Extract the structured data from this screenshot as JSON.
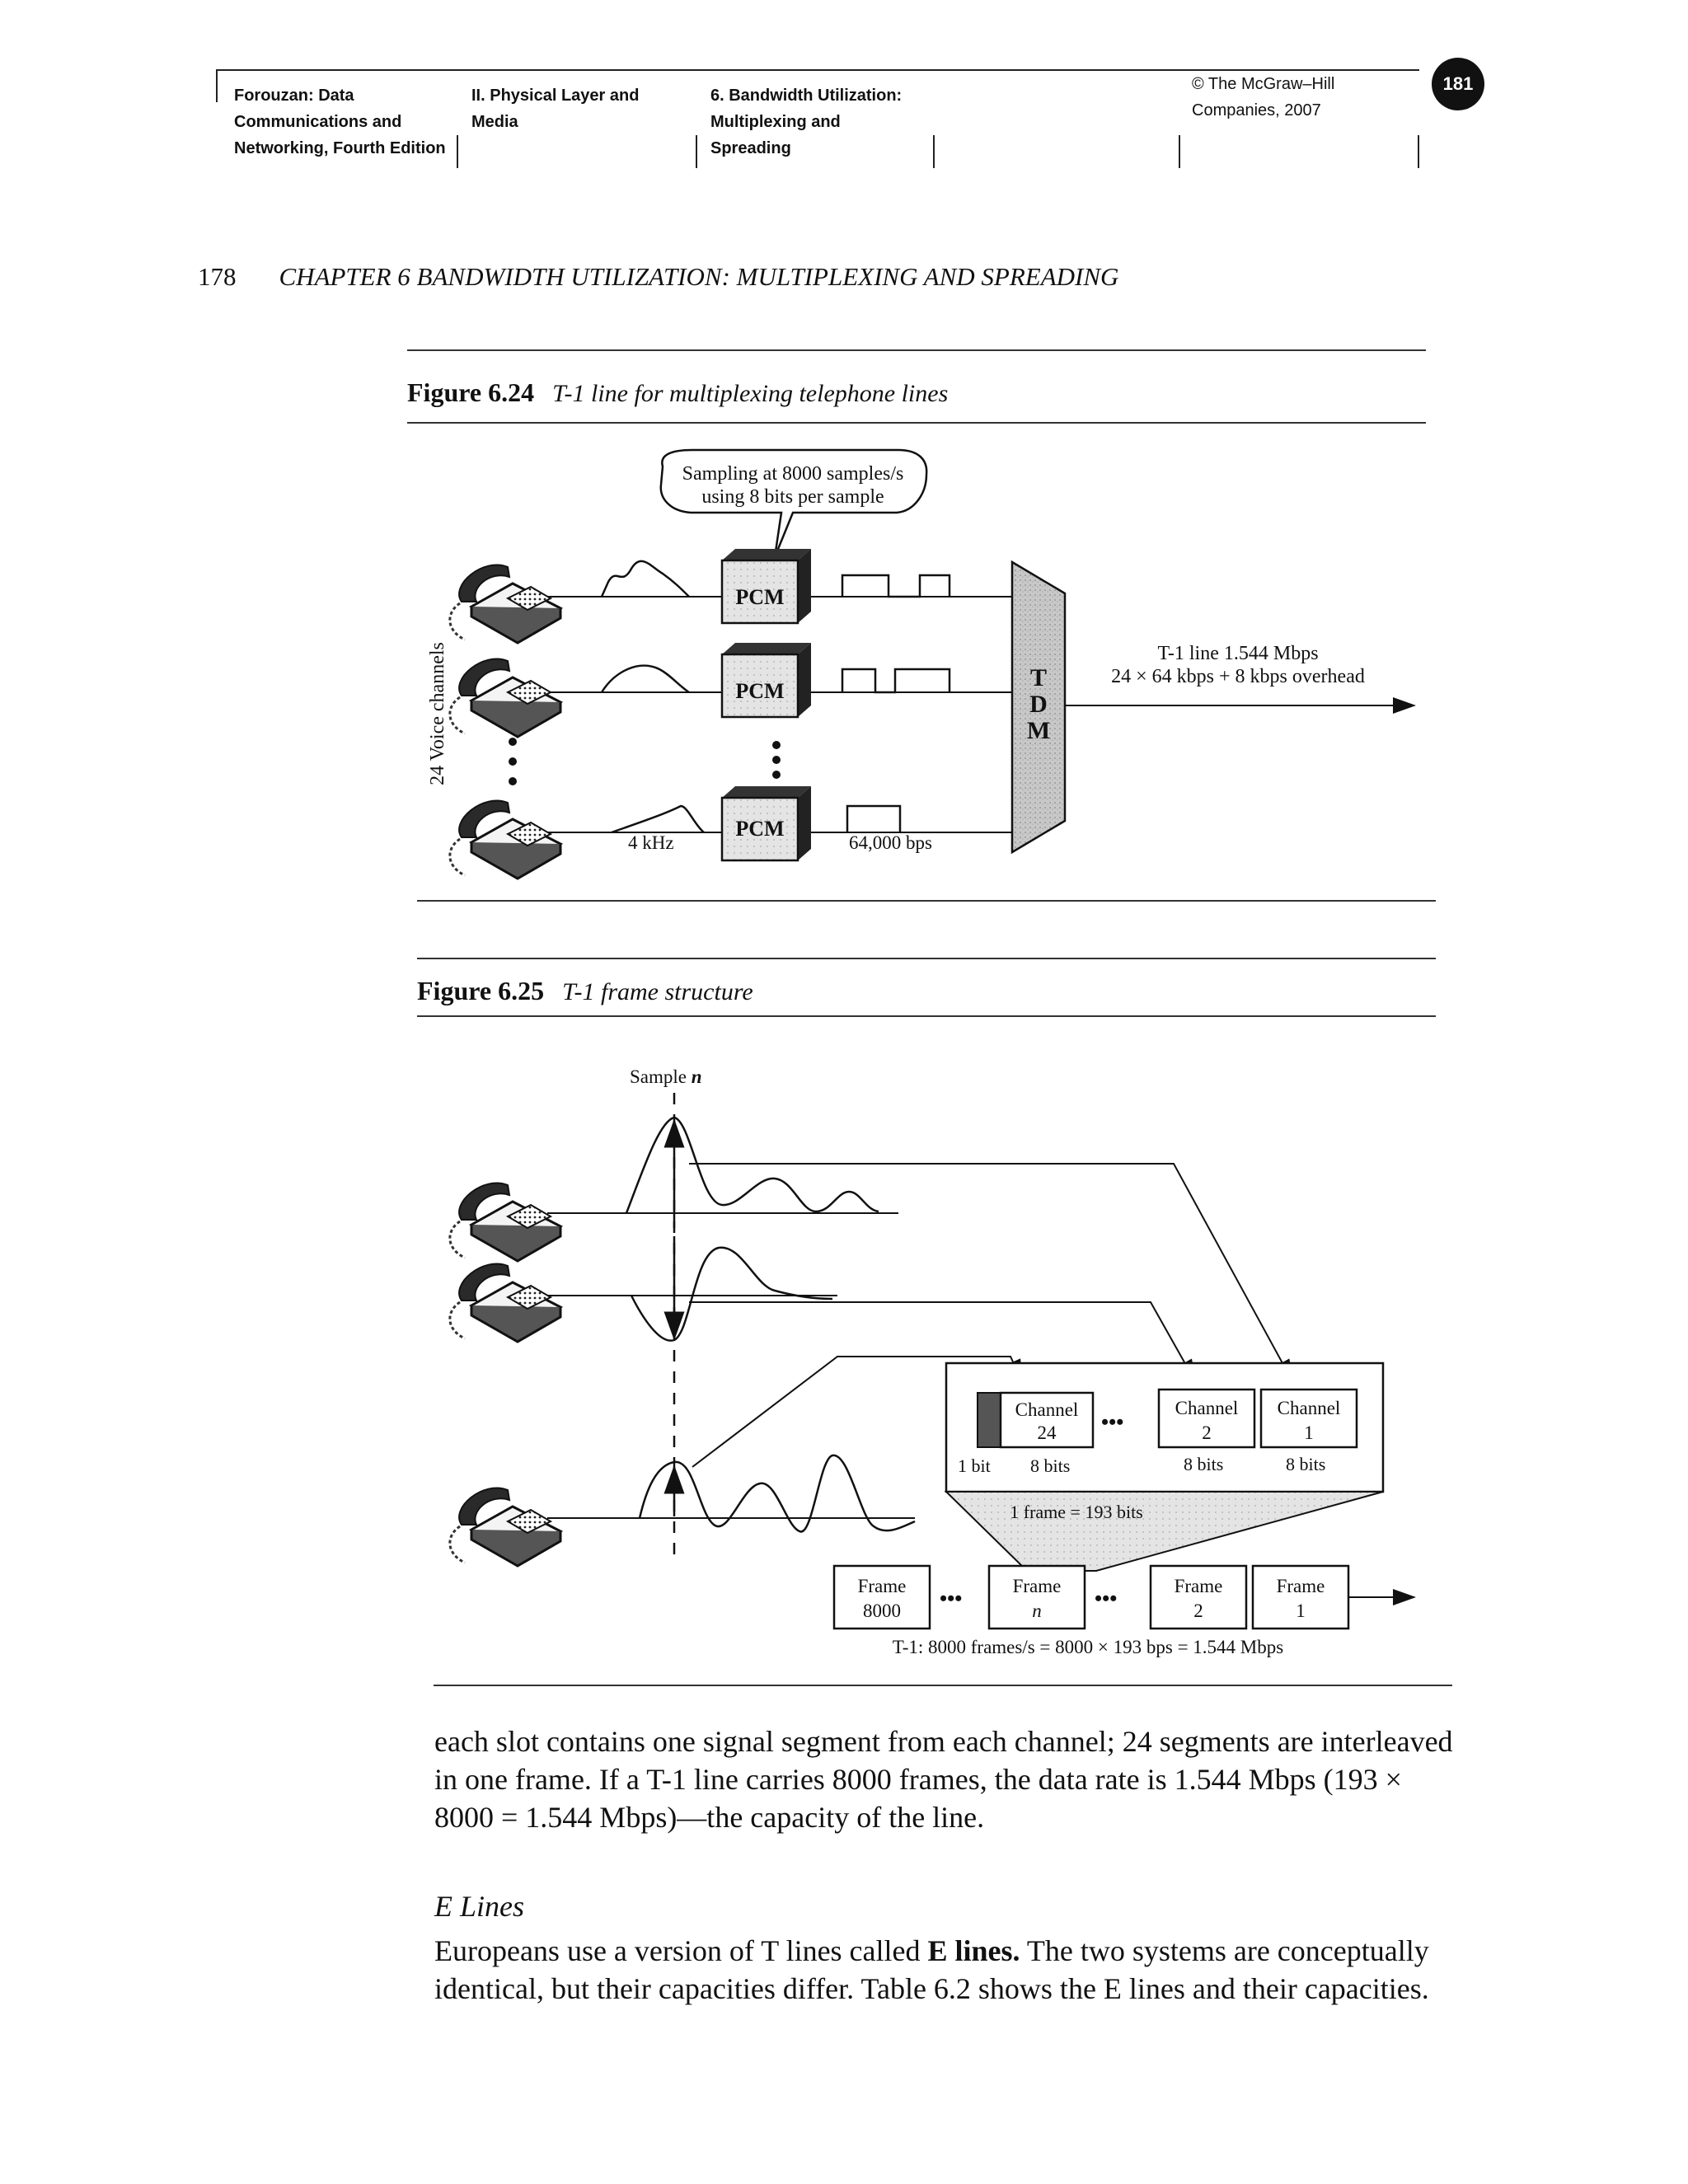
{
  "header": {
    "book": "Forouzan: Data\nCommunications and\nNetworking, Fourth Edition",
    "part": "II. Physical Layer and\nMedia",
    "chapter": "6. Bandwidth Utilization:\nMultiplexing and\nSpreading",
    "publisher": "© The McGraw–Hill\nCompanies, 2007",
    "page_badge": "181"
  },
  "running_head": {
    "page": "178",
    "chapter": "CHAPTER 6   BANDWIDTH UTILIZATION: MULTIPLEXING AND SPREADING"
  },
  "figure_624": {
    "number": "Figure 6.24",
    "caption": "T-1 line for multiplexing telephone lines",
    "callout_line1": "Sampling at 8000 samples/s",
    "callout_line2": "using 8 bits per sample",
    "box_label": "PCM",
    "voice_channels": "24 Voice channels",
    "analog_bw": "4 kHz",
    "digital_rate": "64,000 bps",
    "tdm_t": "T",
    "tdm_d": "D",
    "tdm_m": "M",
    "t1_line1": "T-1 line 1.544 Mbps",
    "t1_line2": "24 × 64 kbps + 8 kbps overhead"
  },
  "figure_625": {
    "number": "Figure 6.25",
    "caption": "T-1 frame structure",
    "sample_label": "Sample",
    "sample_var": "n",
    "channel_word": "Channel",
    "ch24_num": "24",
    "ch2_num": "2",
    "ch1_num": "1",
    "ellipsis": "•••",
    "one_bit": "1 bit",
    "eight_bits": "8 bits",
    "frame_bits": "1 frame = 193 bits",
    "frame_word": "Frame",
    "frame8000_num": "8000",
    "framen_num": "n",
    "frame2_num": "2",
    "frame1_num": "1",
    "t1_formula": "T-1: 8000 frames/s = 8000 × 193 bps = 1.544 Mbps"
  },
  "body": {
    "paragraph1": "each slot contains one signal segment from each channel; 24 segments are interleaved in one frame. If a T-1 line carries 8000 frames, the data rate is 1.544 Mbps (193 × 8000 = 1.544 Mbps)—the capacity of the line.",
    "section_heading": "E Lines",
    "paragraph2_a": "Europeans use a version of T lines called ",
    "paragraph2_bold": "E lines.",
    "paragraph2_b": " The two systems are conceptually identical, but their capacities differ. Table 6.2 shows the E lines and their capacities."
  }
}
